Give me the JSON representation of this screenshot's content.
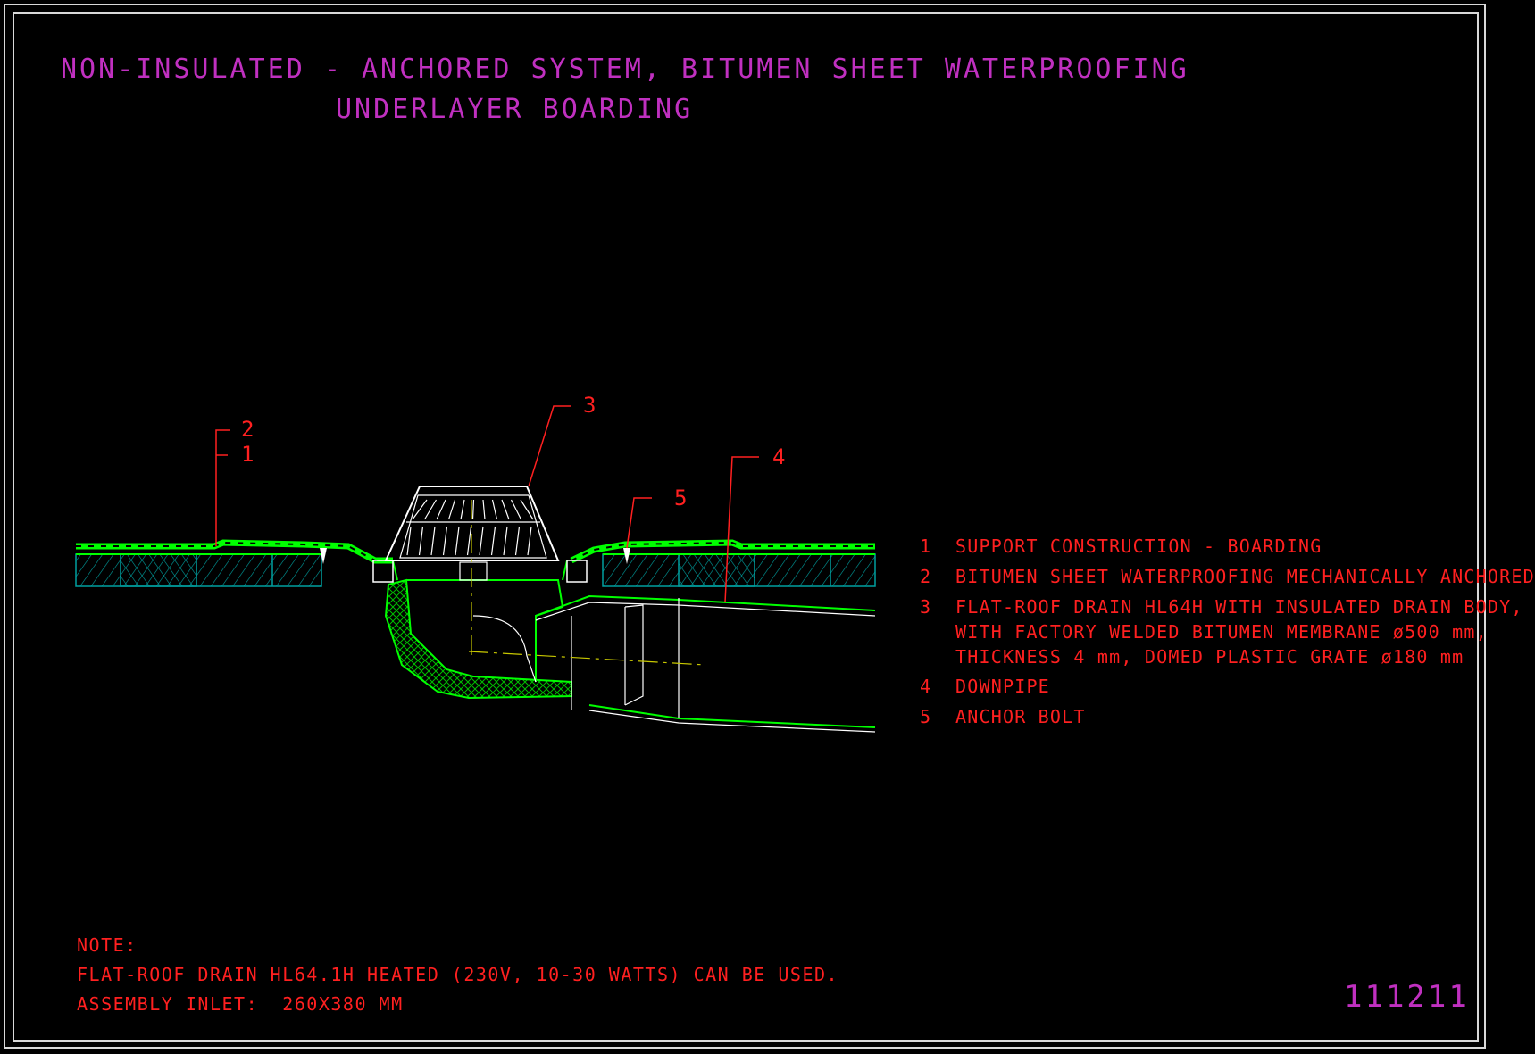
{
  "title": {
    "line1": "NON-INSULATED - ANCHORED SYSTEM, BITUMEN SHEET WATERPROOFING",
    "line2": "UNDERLAYER BOARDING"
  },
  "callouts": [
    "1",
    "2",
    "3",
    "4",
    "5"
  ],
  "legend": [
    {
      "num": "1",
      "lines": [
        "SUPPORT CONSTRUCTION - BOARDING"
      ]
    },
    {
      "num": "2",
      "lines": [
        "BITUMEN SHEET WATERPROOFING MECHANICALLY ANCHORED"
      ]
    },
    {
      "num": "3",
      "lines": [
        "FLAT-ROOF DRAIN HL64H WITH INSULATED DRAIN BODY,",
        "WITH FACTORY WELDED BITUMEN MEMBRANE ø500 mm,",
        "THICKNESS 4 mm, DOMED PLASTIC GRATE ø180 mm"
      ]
    },
    {
      "num": "4",
      "lines": [
        "DOWNPIPE"
      ]
    },
    {
      "num": "5",
      "lines": [
        "ANCHOR BOLT"
      ]
    }
  ],
  "note": {
    "heading": "NOTE:",
    "line1": "FLAT-ROOF DRAIN HL64.1H HEATED (230V, 10-30 WATTS) CAN BE USED.",
    "line2": "ASSEMBLY INLET:  260X380 MM"
  },
  "drawing_number": "111211",
  "colors": {
    "background": "#000000",
    "title": "#c030c0",
    "annotation": "#ff2020",
    "membrane": "#00ff00",
    "boarding": "#00a0a0",
    "outline": "#ffffff",
    "centerline": "#c8c800"
  }
}
